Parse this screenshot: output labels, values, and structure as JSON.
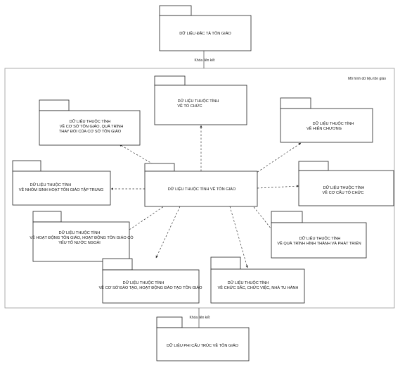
{
  "frame_title": "Mô hình dữ liệu tôn giáo",
  "connector_labels": {
    "top": "Khóa liên kết",
    "bottom": "Khóa liên kết"
  },
  "packages": {
    "external_top": {
      "lines": [
        "DỮ LIỆU ĐẶC TẢ TÔN GIÁO"
      ]
    },
    "external_bottom": {
      "lines": [
        "DỮ LIỆU PHI CẤU TRÚC VỀ TÔN GIÁO"
      ]
    },
    "center": {
      "lines": [
        "DỮ LIỆU THUỘC TÍNH VỀ TÔN GIÁO"
      ]
    },
    "to_chuc": {
      "lines": [
        "DỮ LIỆU THUỘC TÍNH",
        "VỀ TỔ CHỨC"
      ]
    },
    "co_so": {
      "lines": [
        "DỮ LIỆU THUỘC TÍNH",
        "VỀ CƠ SỞ TÔN GIÁO, QUÁ TRÌNH",
        "THAY ĐỔI CỦA CƠ SỞ TÔN GIÁO"
      ]
    },
    "hien_chuong": {
      "lines": [
        "DỮ LIỆU THUỘC TÍNH",
        "VỀ HIẾN CHƯƠNG"
      ]
    },
    "nhom_sinh_hoat": {
      "lines": [
        "DỮ LIỆU THUỘC TÍNH",
        "VỀ NHÓM SINH HOẠT TÔN GIÁO TẬP TRUNG"
      ]
    },
    "co_cau": {
      "lines": [
        "DỮ LIỆU THUỘC TÍNH",
        "VỀ CƠ CẤU TỔ CHỨC"
      ]
    },
    "hoat_dong": {
      "lines": [
        "DỮ LIỆU THUỘC TÍNH",
        "VỀ HOẠT ĐỘNG TÔN GIÁO, HOẠT ĐỘNG TÔN GIÁO CÓ",
        "YẾU TỐ NƯỚC NGOÀI"
      ]
    },
    "qua_trinh": {
      "lines": [
        "DỮ LIỆU THUỘC TÍNH",
        "VỀ QUÁ TRÌNH HÌNH THÀNH VÀ PHÁT TRIỂN"
      ]
    },
    "dao_tao": {
      "lines": [
        "DỮ LIỆU THUỘC TÍNH",
        "VỀ CƠ SỞ ĐÀO TẠO, HOẠT ĐỘNG ĐÀO TẠO TÔN GIÁO"
      ]
    },
    "chuc_sac": {
      "lines": [
        "DỮ LIỆU THUỘC TÍNH",
        "VỀ CHỨC SẮC, CHỨC VIỆC, NHÀ TU HÀNH"
      ]
    }
  }
}
